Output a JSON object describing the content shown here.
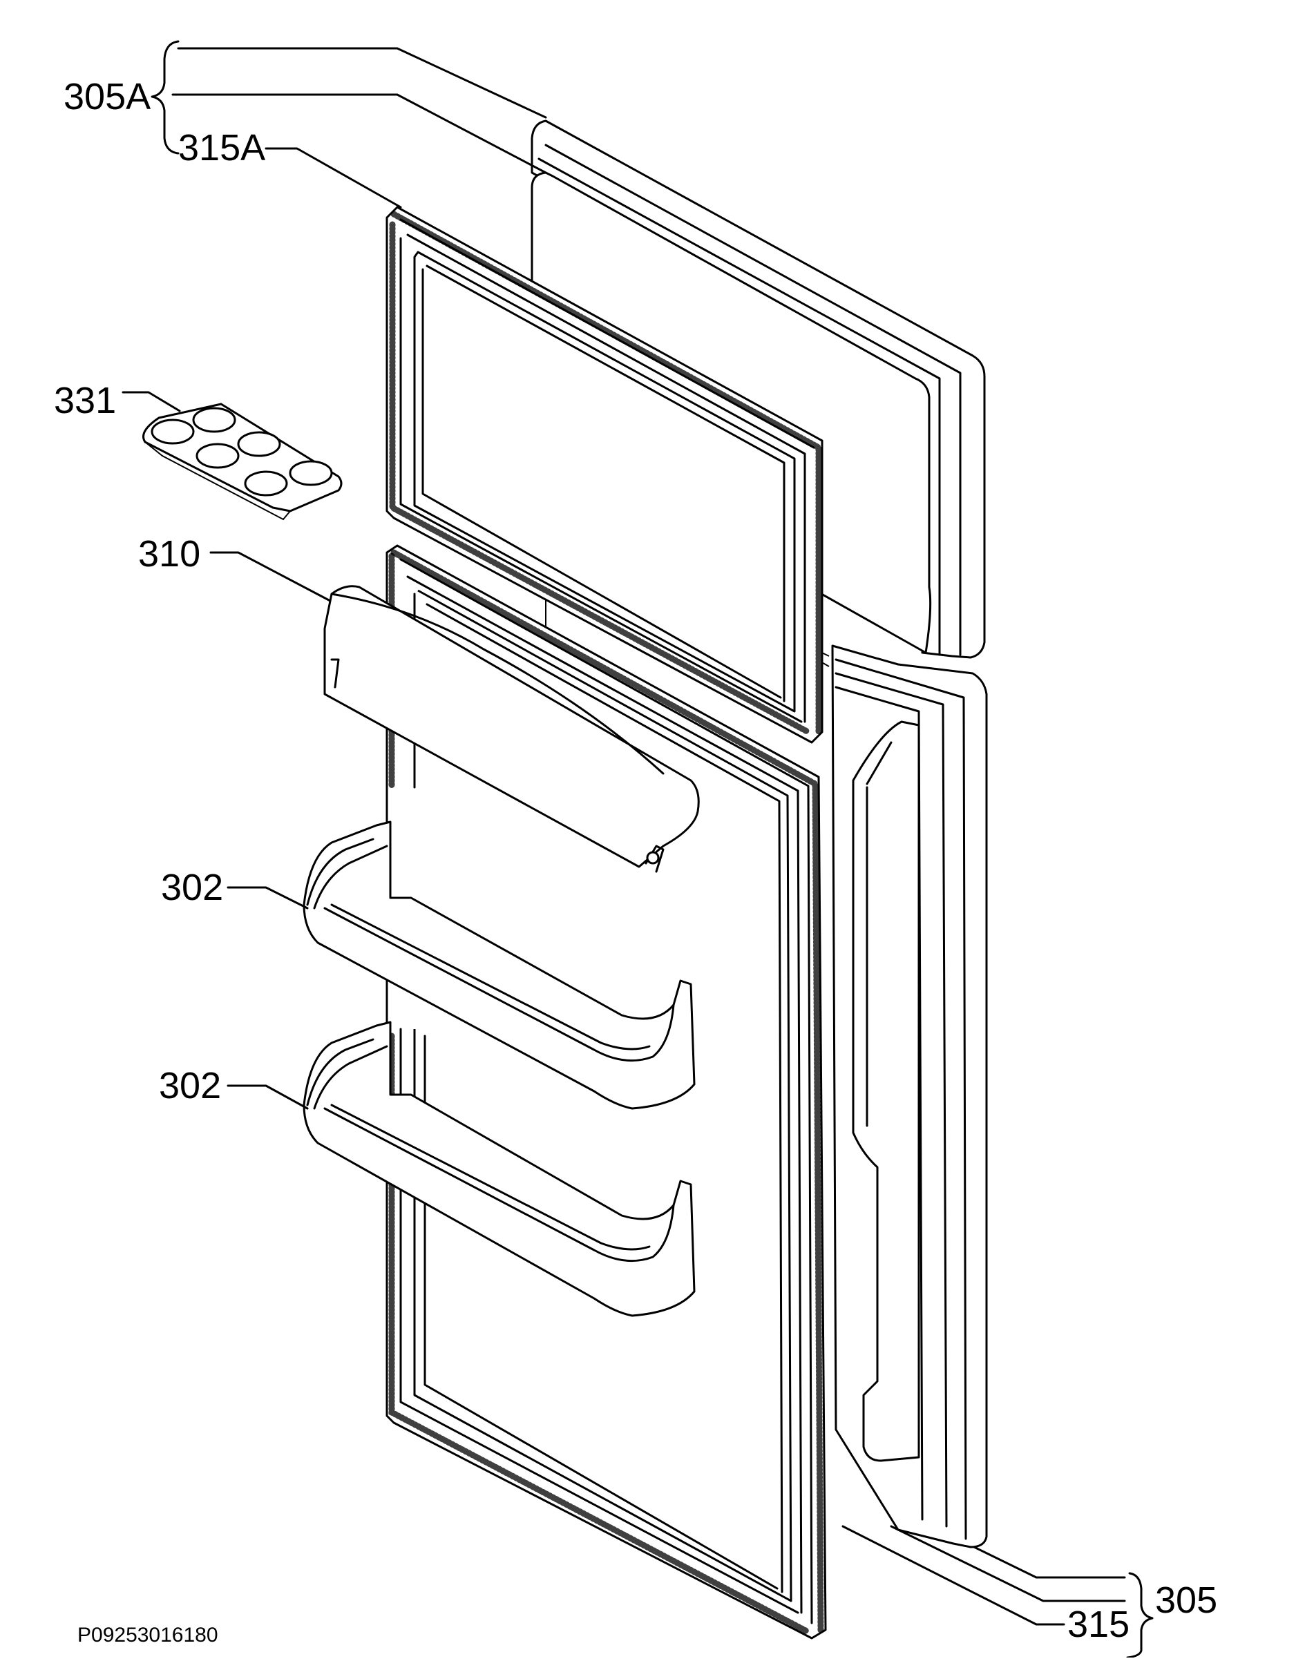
{
  "labels": {
    "p305A": "305A",
    "p315A": "315A",
    "p331": "331",
    "p310": "310",
    "p302a": "302",
    "p302b": "302",
    "p305": "305",
    "p315": "315"
  },
  "drawing_code": "P09253016180"
}
